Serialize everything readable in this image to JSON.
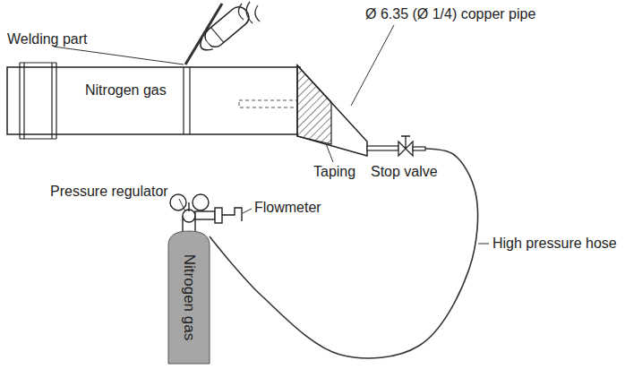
{
  "diagram": {
    "nodes": [
      {
        "text": [
          "Nitrogen gas"
        ]
      },
      {
        "text": [
          "Nitrogen gas"
        ]
      }
    ],
    "edges": [
      {
        "from": 1,
        "to": 0,
        "arrow": "none"
      }
    ],
    "labels": [
      "Welding part",
      "Ø 6.35 (Ø 1/4) copper pipe",
      "Taping",
      "Stop valve",
      "Pressure regulator",
      "Flowmeter",
      "High pressure hose"
    ]
  }
}
